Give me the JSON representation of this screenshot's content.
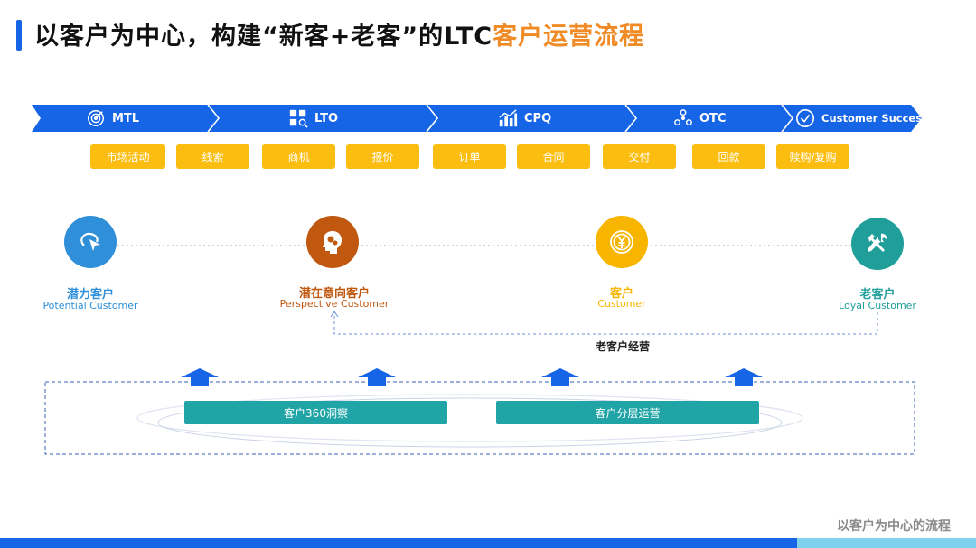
{
  "title": {
    "part1": "以客户为中心，构建“新客+老客”的LTC",
    "part2": "客户运营流程"
  },
  "stages": [
    {
      "label": "MTL",
      "icon": "target-icon"
    },
    {
      "label": "LTO",
      "icon": "grid-search-icon"
    },
    {
      "label": "CPQ",
      "icon": "bar-chart-icon"
    },
    {
      "label": "OTC",
      "icon": "network-icon"
    },
    {
      "label": "Customer Success",
      "icon": "check-circle-icon"
    }
  ],
  "steps": [
    "市场活动",
    "线索",
    "商机",
    "报价",
    "订单",
    "合同",
    "交付",
    "回款",
    "赎购/复购"
  ],
  "customers": [
    {
      "cn": "潜力客户",
      "en": "Potential Customer",
      "color": "#2f8fd8",
      "icon": "cursor-loop-icon"
    },
    {
      "cn": "潜在意向客户",
      "en": "Perspective Customer",
      "color": "#c0580f",
      "icon": "head-gears-icon"
    },
    {
      "cn": "客户",
      "en": "Customer",
      "color": "#f7b500",
      "icon": "coin-yen-icon"
    },
    {
      "cn": "老客户",
      "en": "Loyal Customer",
      "color": "#1f9e9a",
      "icon": "tools-icon"
    }
  ],
  "loop_label": "老客户经营",
  "operations": [
    "客户360洞察",
    "客户分层运营"
  ],
  "footer": "以客户为中心的流程",
  "colors": {
    "primary": "#1565e6",
    "accent": "#f08a24",
    "pill": "#fbbd10",
    "teal": "#21a4a6"
  }
}
